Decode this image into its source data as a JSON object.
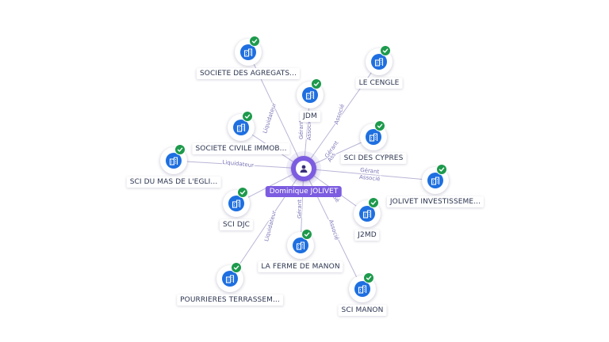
{
  "colors": {
    "person": "#7c5ce0",
    "company": "#1e6fe0",
    "verified": "#1d9a4c",
    "edge": "#b9b6d6",
    "edge_label": "#7b76b6"
  },
  "center": {
    "name": "Dominique JOLIVET",
    "icon": "person-icon"
  },
  "nodes": [
    {
      "id": "n1",
      "label": "SOCIETE DES AGREGATS...",
      "icon": "building-icon",
      "verified": true
    },
    {
      "id": "n2",
      "label": "LE CENGLE",
      "icon": "building-icon",
      "verified": true
    },
    {
      "id": "n3",
      "label": "JDM",
      "icon": "building-icon",
      "verified": true
    },
    {
      "id": "n4",
      "label": "SOCIETE CIVILE IMMOB...",
      "icon": "building-icon",
      "verified": true
    },
    {
      "id": "n5",
      "label": "SCI DES CYPRES",
      "icon": "building-icon",
      "verified": true
    },
    {
      "id": "n6",
      "label": "SCI DU MAS DE L'EGLI...",
      "icon": "building-icon",
      "verified": true
    },
    {
      "id": "n7",
      "label": "JOLIVET INVESTISSEME...",
      "icon": "building-icon",
      "verified": true
    },
    {
      "id": "n8",
      "label": "SCI DJC",
      "icon": "building-icon",
      "verified": true
    },
    {
      "id": "n9",
      "label": "J2MD",
      "icon": "building-icon",
      "verified": true
    },
    {
      "id": "n10",
      "label": "LA FERME DE MANON",
      "icon": "building-icon",
      "verified": true
    },
    {
      "id": "n11",
      "label": "POURRIERES TERRASSEM...",
      "icon": "building-icon",
      "verified": true
    },
    {
      "id": "n12",
      "label": "SCI MANON",
      "icon": "building-icon",
      "verified": true
    }
  ],
  "edges": [
    {
      "to": "n1",
      "labels": [
        "Liquidateur"
      ]
    },
    {
      "to": "n2",
      "labels": [
        "Associé"
      ]
    },
    {
      "to": "n3",
      "labels": [
        "Gérant",
        "Associé"
      ]
    },
    {
      "to": "n4",
      "labels": []
    },
    {
      "to": "n5",
      "labels": [
        "Gérant",
        "Ass"
      ]
    },
    {
      "to": "n6",
      "labels": [
        "Liquidateur"
      ]
    },
    {
      "to": "n7",
      "labels": [
        "Gérant",
        "Associé"
      ]
    },
    {
      "to": "n8",
      "labels": []
    },
    {
      "to": "n9",
      "labels": [
        "Gé"
      ]
    },
    {
      "to": "n10",
      "labels": [
        "Gérant"
      ]
    },
    {
      "to": "n11",
      "labels": [
        "Liquidateur"
      ]
    },
    {
      "to": "n12",
      "labels": [
        "Associé"
      ]
    }
  ]
}
